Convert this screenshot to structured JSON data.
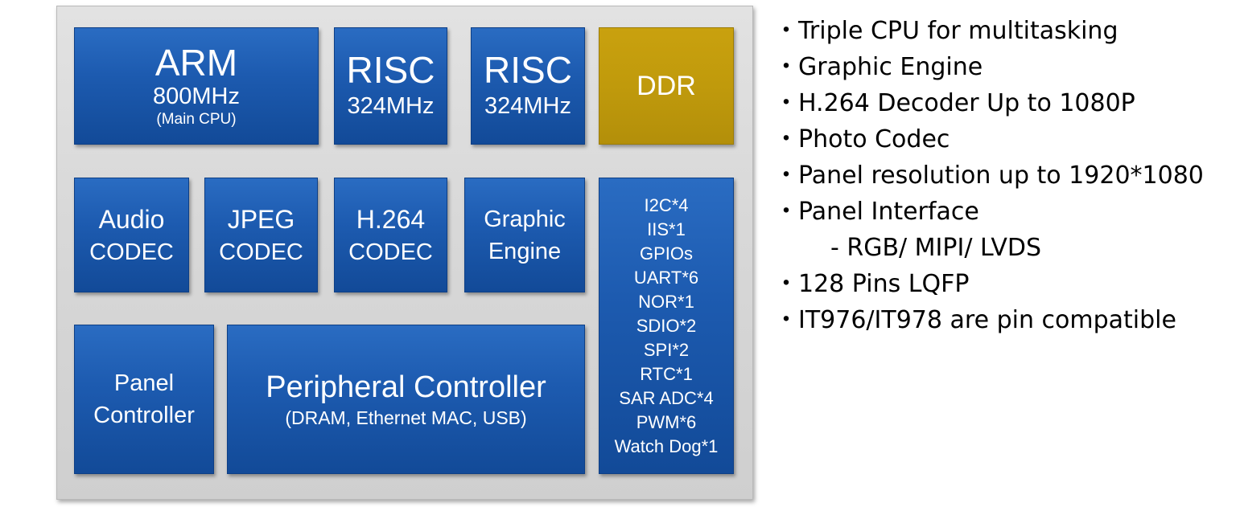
{
  "diagram": {
    "blocks": {
      "arm": {
        "title": "ARM",
        "freq": "800MHz",
        "note": "(Main CPU)"
      },
      "risc1": {
        "title": "RISC",
        "freq": "324MHz"
      },
      "risc2": {
        "title": "RISC",
        "freq": "324MHz"
      },
      "ddr": {
        "title": "DDR"
      },
      "audio": {
        "line1": "Audio",
        "line2": "CODEC"
      },
      "jpeg": {
        "line1": "JPEG",
        "line2": "CODEC"
      },
      "h264": {
        "line1": "H.264",
        "line2": "CODEC"
      },
      "graphic": {
        "line1": "Graphic",
        "line2": "Engine"
      },
      "panel": {
        "line1": "Panel",
        "line2": "Controller"
      },
      "peripheral": {
        "title": "Peripheral Controller",
        "note": "(DRAM, Ethernet MAC, USB)"
      },
      "io": [
        "I2C*4",
        "IIS*1",
        "GPIOs",
        "UART*6",
        "NOR*1",
        "SDIO*2",
        "SPI*2",
        "RTC*1",
        "SAR ADC*4",
        "PWM*6",
        "Watch Dog*1"
      ]
    },
    "colors": {
      "block_blue": "#1d5bb0",
      "ddr_gold": "#c09a0c",
      "chip_gray": "#d8d8d8"
    }
  },
  "features": {
    "bullet": "・",
    "items": [
      "Triple CPU for multitasking",
      "Graphic Engine",
      "H.264 Decoder Up to 1080P",
      "Photo Codec",
      "Panel resolution up to 1920*1080",
      "Panel Interface",
      "128 Pins LQFP",
      "IT976/IT978 are pin compatible"
    ],
    "panel_interface_sub": "- RGB/ MIPI/ LVDS"
  }
}
